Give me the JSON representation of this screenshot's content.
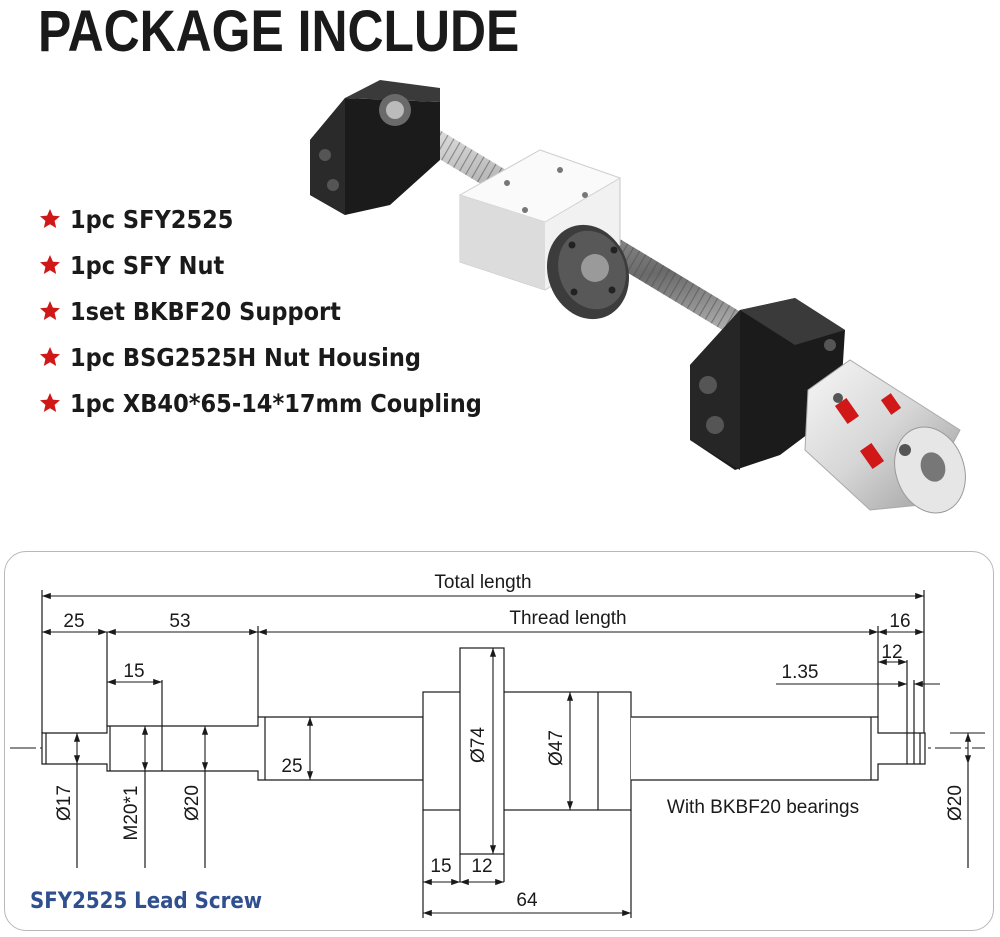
{
  "header": {
    "title": "PACKAGE INCLUDE"
  },
  "package_items": [
    {
      "label": "1pc SFY2525"
    },
    {
      "label": "1pc SFY Nut"
    },
    {
      "label": "1set BKBF20 Support"
    },
    {
      "label": "1pc BSG2525H Nut Housing"
    },
    {
      "label": "1pc XB40*65-14*17mm Coupling"
    }
  ],
  "drawing": {
    "total_length": "Total length",
    "thread_length": "Thread length",
    "dim_25_top": "25",
    "dim_53": "53",
    "dim_16": "16",
    "dim_12_top": "12",
    "dim_15_top": "15",
    "dim_1_35": "1.35",
    "dim_25_mid": "25",
    "dia_74": "Ø74",
    "dia_47": "Ø47",
    "dia_17": "Ø17",
    "thread_m20": "M20*1",
    "dia_20_left": "Ø20",
    "dia_20_right": "Ø20",
    "bearing_note": "With BKBF20 bearings",
    "dim_15_bottom": "15",
    "dim_12_bottom": "12",
    "dim_64": "64",
    "caption": "SFY2525 Lead Screw"
  },
  "colors": {
    "star": "#d01818",
    "caption": "#2f4f8f",
    "line": "#1a1a1a",
    "box_border": "#b8b8b8"
  },
  "icons": [
    "star-bullet-icon"
  ]
}
